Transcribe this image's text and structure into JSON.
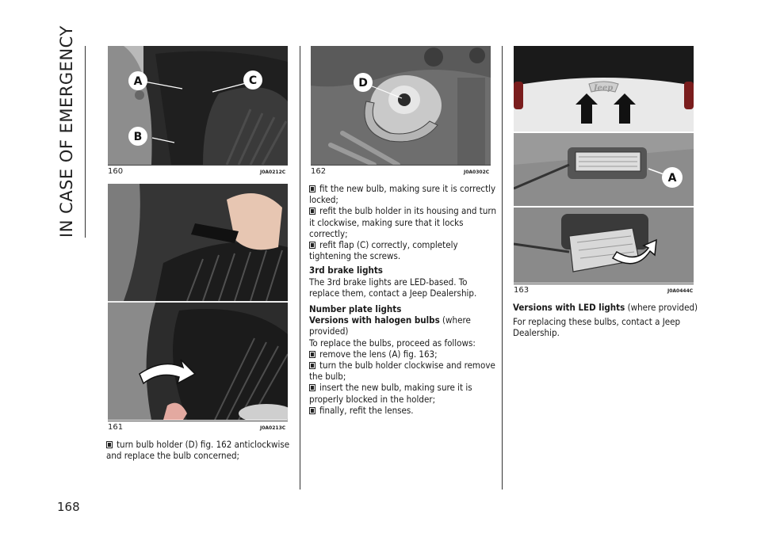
{
  "page": {
    "section_title": "IN CASE OF EMERGENCY",
    "page_number": "168"
  },
  "figures": {
    "f160": {
      "number": "160",
      "code": "J0A0212C",
      "labels": {
        "a": "A",
        "b": "B",
        "c": "C"
      }
    },
    "f161": {
      "number": "161",
      "code": "J0A0213C"
    },
    "f162": {
      "number": "162",
      "code": "J0A0302C",
      "labels": {
        "d": "D"
      }
    },
    "f163": {
      "number": "163",
      "code": "J0A0444C",
      "labels": {
        "a": "A"
      },
      "badge": "Jeep"
    }
  },
  "col1": {
    "b1": "turn bulb holder (D) fig. 162 anticlockwise and replace the bulb concerned;"
  },
  "col2": {
    "b1": "fit the new bulb, making sure it is correctly locked;",
    "b2": "refit the bulb holder in its housing and turn it clockwise, making sure that it locks correctly;",
    "b3": "refit flap (C) correctly, completely tightening the screws.",
    "h1": "3rd brake lights",
    "p1": "The 3rd brake lights are LED-based. To replace them, contact a Jeep Dealership.",
    "h2": "Number plate lights",
    "h3": "Versions with halogen bulbs",
    "h3_suffix": " (where provided)",
    "p2": "To replace the bulbs, proceed as follows:",
    "b4": "remove the lens (A) fig. 163;",
    "b5": "turn the bulb holder clockwise and remove the bulb;",
    "b6": "insert the new bulb, making sure it is properly blocked in the holder;",
    "b7": "finally, refit the lenses."
  },
  "col3": {
    "h1": "Versions with LED lights",
    "h1_suffix": " (where provided)",
    "p1": "For replacing these bulbs, contact a Jeep Dealership."
  }
}
